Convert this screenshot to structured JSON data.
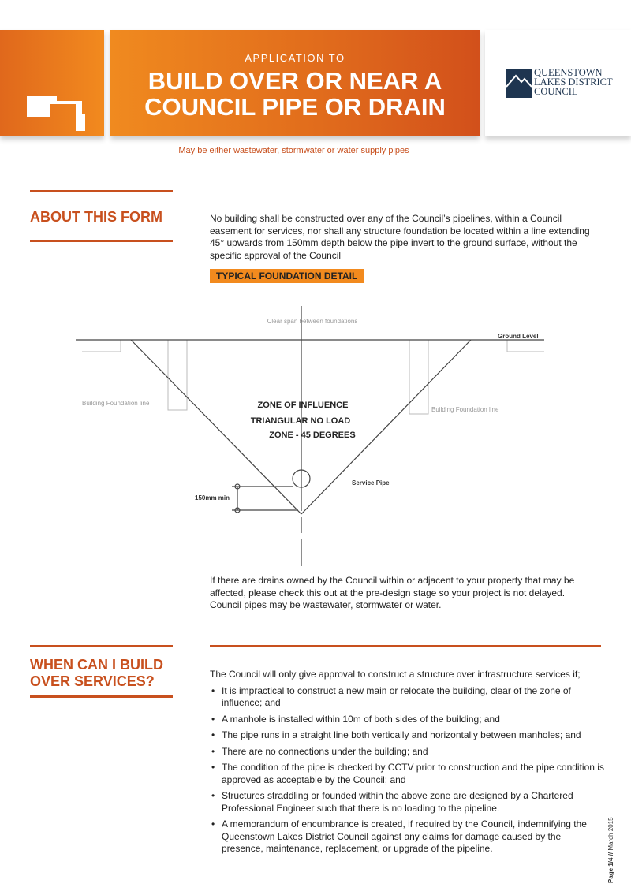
{
  "header": {
    "pretitle": "APPLICATION TO",
    "title_line1": "BUILD OVER OR NEAR A",
    "title_line2": "COUNCIL PIPE OR DRAIN",
    "subtitle": "May be either wastewater, stormwater or water supply pipes",
    "logo": {
      "line1": "QUEENSTOWN",
      "line2": "LAKES DISTRICT",
      "line3": "COUNCIL",
      "color": "#1e3550"
    }
  },
  "colors": {
    "accent": "#c8501e",
    "orange": "#f28a1e"
  },
  "about": {
    "heading": "ABOUT THIS FORM",
    "paragraph": "No building shall be constructed over any of the Council’s pipelines, within a Council easement for services, nor shall any structure foundation be located within a line extending 45° upwards from 150mm depth below the pipe invert to the ground surface, without the specific approval of the Council",
    "badge": "TYPICAL FOUNDATION DETAIL",
    "paragraph2": "If there are drains owned by the Council within or adjacent to your property that may be affected, please check this out at the pre-design stage so your project is not delayed. Council pipes may be wastewater, stormwater or water."
  },
  "diagram": {
    "clear_span": "Clear span between foundations",
    "ground_level": "Ground Level",
    "foundation_left": "Building Foundation line",
    "foundation_right": "Building Foundation line",
    "zone1": "ZONE OF INFLUENCE",
    "zone2": "TRIANGULAR NO LOAD",
    "zone3": "ZONE - 45 DEGREES",
    "service_pipe": "Service Pipe",
    "depth": "150mm min"
  },
  "when": {
    "heading_line1": "WHEN CAN I BUILD",
    "heading_line2": "OVER SERVICES?",
    "intro": "The Council will only give approval to construct a structure over infrastructure services if;",
    "items": [
      "It is impractical to construct a new main or relocate the building, clear of the zone of influence; and",
      "A manhole is installed within 10m of both sides of the building; and",
      "The pipe runs in a straight line both vertically and horizontally between manholes; and",
      "There are no connections under the building; and",
      "The condition of the pipe is checked by CCTV prior to construction and the pipe condition is approved as acceptable by the Council; and",
      "Structures straddling or founded within the above zone are designed by a Chartered Professional Engineer such that there is no loading to the pipeline.",
      "A memorandum of encumbrance is created, if required by the Council, indemnifying the Queenstown Lakes District Council against any claims for damage caused by the presence, maintenance, replacement, or upgrade of the pipeline."
    ]
  },
  "footer": {
    "page": "Page 1/4",
    "sep": "//",
    "date": "March 2015"
  }
}
